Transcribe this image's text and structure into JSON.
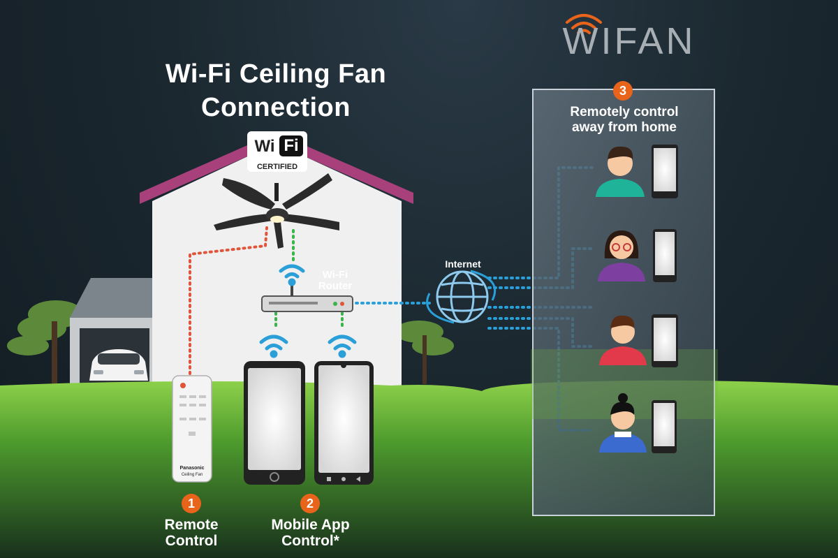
{
  "title": "Wi-Fi Ceiling Fan Connection",
  "title_lines": [
    "Wi-Fi Ceiling Fan",
    "Connection"
  ],
  "brand": {
    "logo_text": "WIFAN",
    "colors": {
      "orange": "#e8641a",
      "silver": "#9aa3aa"
    }
  },
  "wifi_badge": {
    "logo": "WiFi",
    "sub": "CERTIFIED"
  },
  "router": {
    "label_lines": [
      "Wi-Fi",
      "Router"
    ]
  },
  "internet": {
    "label": "Internet"
  },
  "remote": {
    "brand": "Panasonic",
    "model": "Ceiling Fan"
  },
  "methods": [
    {
      "number": "1",
      "label_lines": [
        "Remote",
        "Control"
      ]
    },
    {
      "number": "2",
      "label_lines": [
        "Mobile App",
        "Control*"
      ]
    },
    {
      "number": "3",
      "label_lines": [
        "Remotely control",
        "away from home"
      ]
    }
  ],
  "colors": {
    "roof": "#a8407c",
    "house": "#f1f1f1",
    "grass": "#6fb83a",
    "remote_link": "#e0553a",
    "wifi_link": "#3bb34a",
    "internet_link": "#2a9fd8",
    "wifi_icon": "#2a9fd8"
  },
  "users": [
    {
      "name": "man-user",
      "shirt": "#1fb39a",
      "hair": "#3a2418"
    },
    {
      "name": "woman-glasses-user",
      "shirt": "#7d3fa0",
      "hair": "#2b1a12"
    },
    {
      "name": "boy-user",
      "shirt": "#e23a4a",
      "hair": "#5a2c14"
    },
    {
      "name": "girl-user",
      "shirt": "#3c6bd0",
      "hair": "#111111"
    }
  ]
}
